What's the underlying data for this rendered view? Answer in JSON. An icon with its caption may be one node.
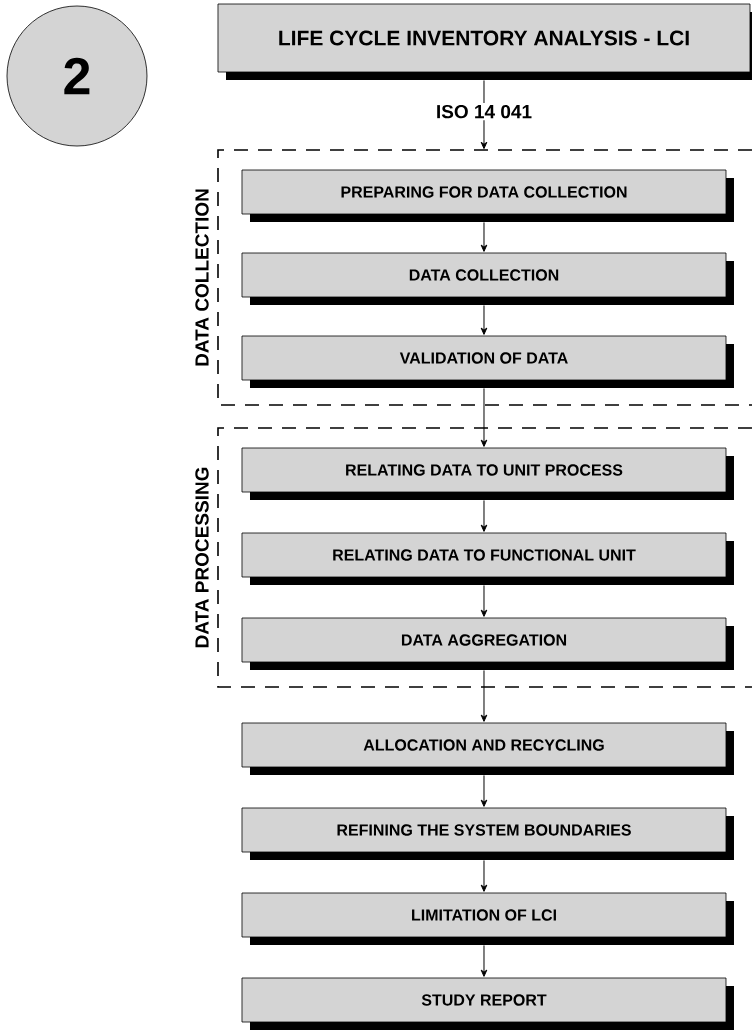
{
  "diagram": {
    "nodes": [
      {
        "text": [
          "2"
        ]
      },
      {
        "text": [
          "LIFE CYCLE INVENTORY ANALYSIS - LCI"
        ]
      },
      {
        "text": [
          "DATA COLLECTION"
        ]
      },
      {
        "text": [
          "PREPARING FOR DATA COLLECTION"
        ],
        "in": 2
      },
      {
        "text": [
          "DATA COLLECTION"
        ],
        "in": 2
      },
      {
        "text": [
          "VALIDATION OF DATA"
        ],
        "in": 2
      },
      {
        "text": [
          "DATA PROCESSING"
        ]
      },
      {
        "text": [
          "RELATING DATA TO UNIT PROCESS"
        ],
        "in": 6
      },
      {
        "text": [
          "RELATING DATA TO FUNCTIONAL UNIT"
        ],
        "in": 6
      },
      {
        "text": [
          "DATA AGGREGATION"
        ],
        "in": 6
      },
      {
        "text": [
          "ALLOCATION AND RECYCLING"
        ]
      },
      {
        "text": [
          "REFINING THE SYSTEM BOUNDARIES"
        ]
      },
      {
        "text": [
          "LIMITATION OF LCI"
        ]
      },
      {
        "text": [
          "STUDY REPORT"
        ]
      }
    ],
    "edges": [
      {
        "from": 1,
        "to": 2,
        "arrow": "to",
        "label": "ISO 14 041"
      },
      {
        "from": 3,
        "to": 4,
        "arrow": "to"
      },
      {
        "from": 4,
        "to": 5,
        "arrow": "to"
      },
      {
        "from": 5,
        "to": 7,
        "arrow": "to"
      },
      {
        "from": 7,
        "to": 8,
        "arrow": "to"
      },
      {
        "from": 8,
        "to": 9,
        "arrow": "to"
      },
      {
        "from": 9,
        "to": 10,
        "arrow": "to"
      },
      {
        "from": 10,
        "to": 11,
        "arrow": "to"
      },
      {
        "from": 11,
        "to": 12,
        "arrow": "to"
      },
      {
        "from": 12,
        "to": 13,
        "arrow": "to"
      }
    ]
  }
}
